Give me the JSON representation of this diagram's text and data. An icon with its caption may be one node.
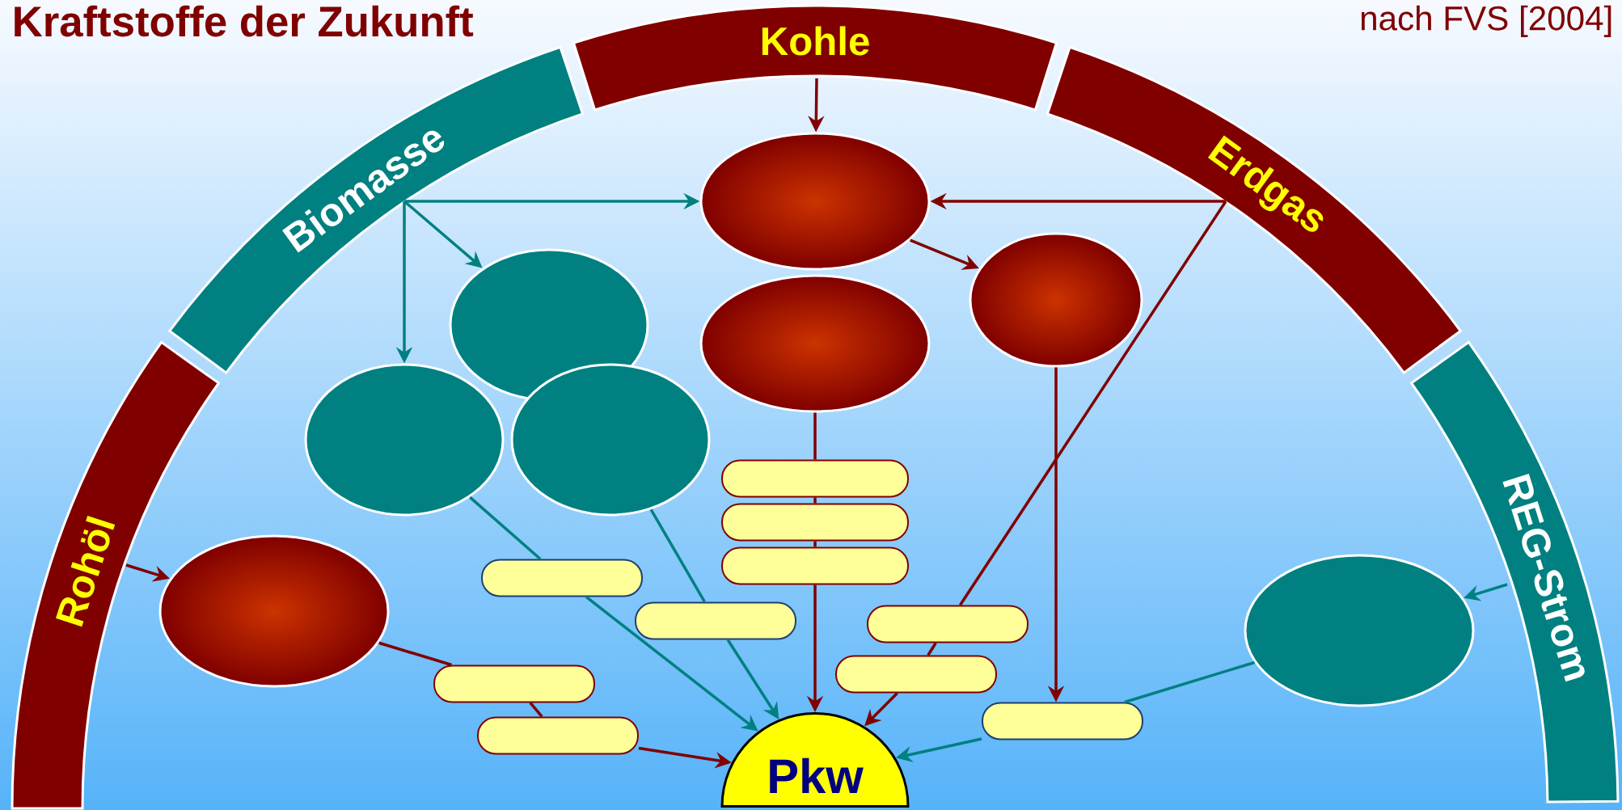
{
  "diagram": {
    "title": "Kraftstoffe der Zukunft",
    "nodes": [
      {
        "text": [
          "Rohöl"
        ]
      },
      {
        "text": [
          "Biomasse"
        ]
      },
      {
        "text": [
          "Kohle"
        ]
      },
      {
        "text": [
          "Erdgas"
        ]
      },
      {
        "text": [
          "REG-Strom"
        ]
      },
      {
        "text": [],
        "shape": "ellipse"
      },
      {
        "text": [],
        "shape": "ellipse"
      },
      {
        "text": [],
        "shape": "ellipse"
      },
      {
        "text": [],
        "shape": "ellipse"
      },
      {
        "text": [],
        "shape": "ellipse"
      },
      {
        "text": [],
        "shape": "ellipse"
      },
      {
        "text": [],
        "shape": "box"
      },
      {
        "text": [],
        "shape": "box"
      },
      {
        "text": [],
        "shape": "box"
      },
      {
        "text": [],
        "shape": "ellipse"
      },
      {
        "text": [],
        "shape": "ellipse"
      },
      {
        "text": [],
        "shape": "box"
      },
      {
        "text": [],
        "shape": "box"
      },
      {
        "text": [],
        "shape": "box"
      },
      {
        "text": [],
        "shape": "box"
      },
      {
        "text": [],
        "shape": "box"
      },
      {
        "text": [],
        "shape": "box"
      },
      {
        "text": [],
        "shape": "box"
      },
      {
        "text": [
          "Pkw"
        ]
      }
    ],
    "edges": [
      {
        "from": 2,
        "to": 5,
        "arrow": "to"
      },
      {
        "from": 1,
        "to": 5,
        "arrow": "to",
        "color": "#008080"
      },
      {
        "from": 1,
        "to": 8,
        "arrow": "to",
        "color": "#008080"
      },
      {
        "from": 1,
        "to": 9,
        "arrow": "to",
        "color": "#008080"
      },
      {
        "from": 3,
        "to": 5,
        "arrow": "to"
      },
      {
        "from": 3,
        "to": 18,
        "arrow": "none"
      },
      {
        "from": 18,
        "to": 19,
        "arrow": "none"
      },
      {
        "from": 19,
        "to": 23,
        "arrow": "to"
      },
      {
        "from": 5,
        "to": 7,
        "arrow": "to"
      },
      {
        "from": 6,
        "to": 11,
        "arrow": "none"
      },
      {
        "from": 11,
        "to": 12,
        "arrow": "none"
      },
      {
        "from": 12,
        "to": 13,
        "arrow": "none"
      },
      {
        "from": 13,
        "to": 23,
        "arrow": "to"
      },
      {
        "from": 7,
        "to": 22,
        "arrow": "to"
      },
      {
        "from": 0,
        "to": 14,
        "arrow": "to"
      },
      {
        "from": 14,
        "to": 20,
        "arrow": "none"
      },
      {
        "from": 20,
        "to": 21,
        "arrow": "none"
      },
      {
        "from": 21,
        "to": 23,
        "arrow": "to"
      },
      {
        "from": 9,
        "to": 16,
        "arrow": "none",
        "color": "#008080"
      },
      {
        "from": 16,
        "to": 23,
        "arrow": "to",
        "color": "#008080"
      },
      {
        "from": 10,
        "to": 17,
        "arrow": "none",
        "color": "#008080"
      },
      {
        "from": 17,
        "to": 23,
        "arrow": "to",
        "color": "#008080"
      },
      {
        "from": 4,
        "to": 15,
        "arrow": "to",
        "color": "#008080"
      },
      {
        "from": 15,
        "to": 22,
        "arrow": "none",
        "color": "#008080"
      },
      {
        "from": 22,
        "to": 23,
        "arrow": "to",
        "color": "#008080"
      }
    ],
    "labels": [
      "nach FVS [2004]"
    ]
  }
}
